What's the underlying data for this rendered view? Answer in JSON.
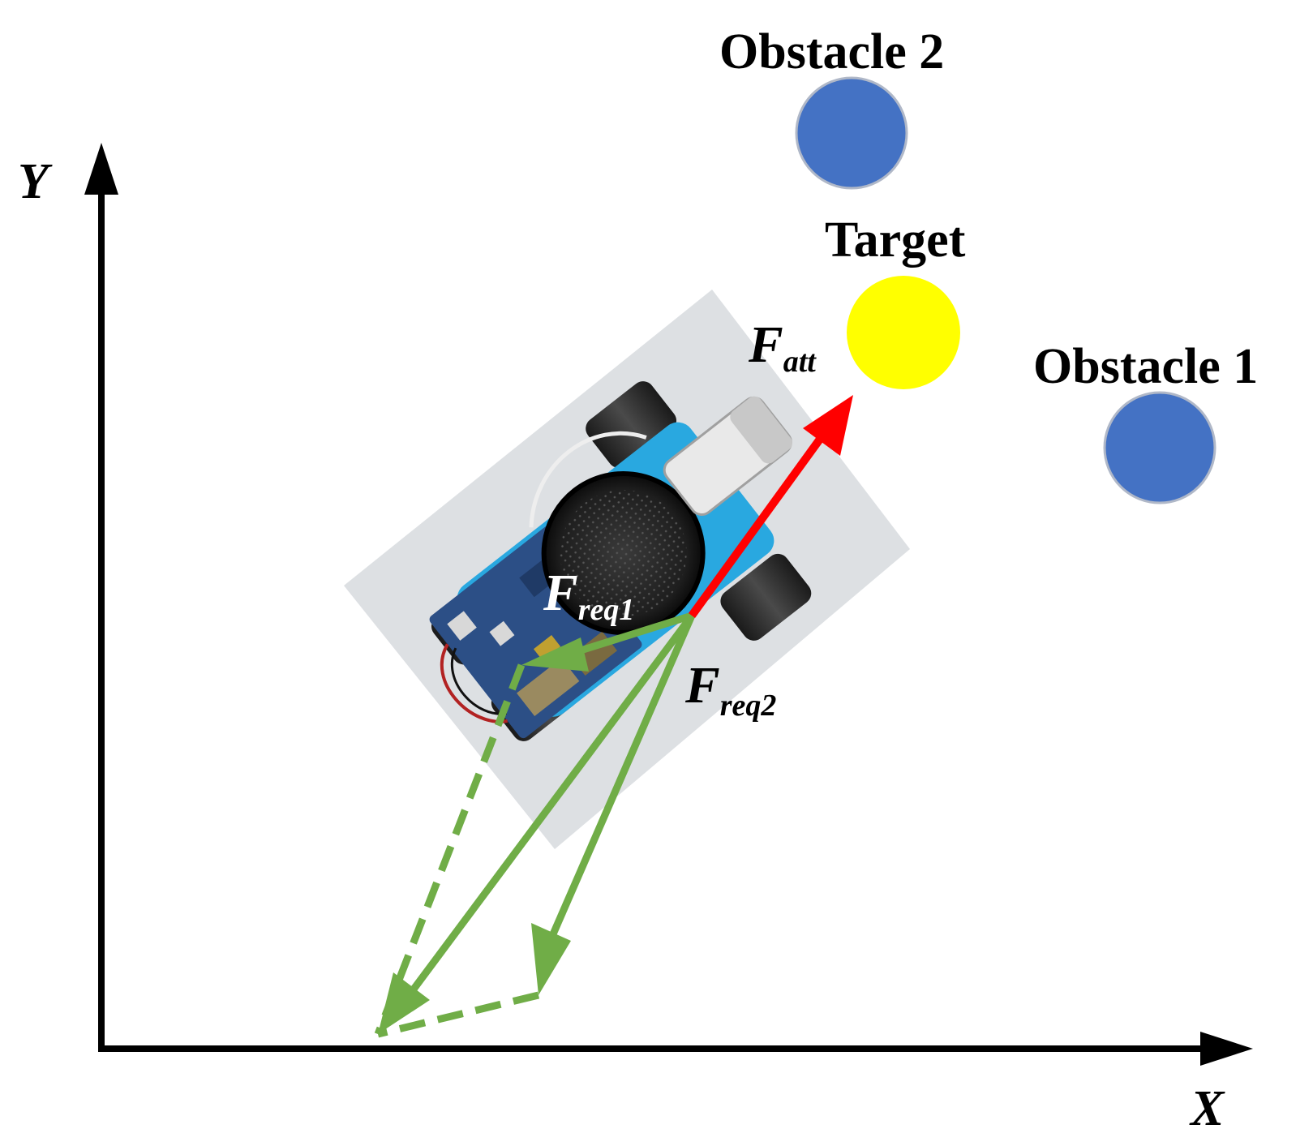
{
  "axes": {
    "x_label": "X",
    "y_label": "Y"
  },
  "obstacles": [
    {
      "label": "Obstacle 2",
      "color": "#4472c4"
    },
    {
      "label": "Obstacle 1",
      "color": "#4472c4"
    }
  ],
  "target": {
    "label": "Target",
    "color": "#ffff00"
  },
  "forces": {
    "attractive": {
      "main": "F",
      "sub": "att",
      "color": "#ff0000"
    },
    "repulsive_1": {
      "main": "F",
      "sub": "req1",
      "color": "#70ad47"
    },
    "repulsive_2": {
      "main": "F",
      "sub": "req2",
      "color": "#70ad47"
    }
  },
  "robot": {
    "icon": "robot-car-icon"
  }
}
